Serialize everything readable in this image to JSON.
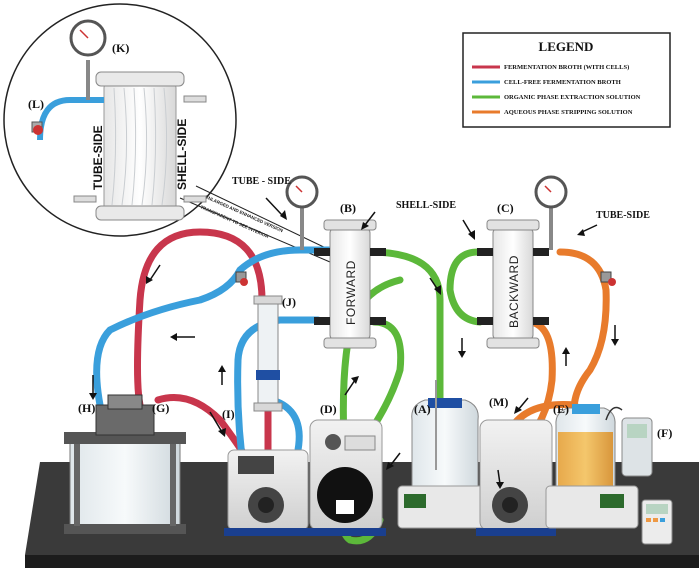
{
  "legend": {
    "title": "LEGEND",
    "items": [
      {
        "label": "FERMENTATION BROTH (WITH CELLS)",
        "color": "#c8364c"
      },
      {
        "label": "CELL-FREE FERMENTATION BROTH",
        "color": "#3a9fdc"
      },
      {
        "label": "ORGANIC PHASE EXTRACTION SOLUTION",
        "color": "#5cb83a"
      },
      {
        "label": "AQUEOUS PHASE STRIPPING SOLUTION",
        "color": "#e87b2c"
      }
    ]
  },
  "labels": {
    "A": "(A)",
    "B": "(B)",
    "C": "(C)",
    "D": "(D)",
    "E": "(E)",
    "F": "(F)",
    "G": "(G)",
    "H": "(H)",
    "I": "(I)",
    "J": "(J)",
    "K": "(K)",
    "L": "(L)",
    "M": "(M)"
  },
  "side_labels": {
    "tube_side_left": "TUBE - SIDE",
    "shell_side": "SHELL-SIDE",
    "tube_side_right": "TUBE-SIDE"
  },
  "modules": {
    "forward": "FORWARD",
    "backward": "BACKWARD"
  },
  "inset": {
    "tube_side": "TUBE-SIDE",
    "shell_side": "SHELL-SIDE",
    "callout_line1": "ENLARGED AND ENHANCED VERSION",
    "callout_line2": "TRANSPARENT TO SEE INTERIOR"
  }
}
